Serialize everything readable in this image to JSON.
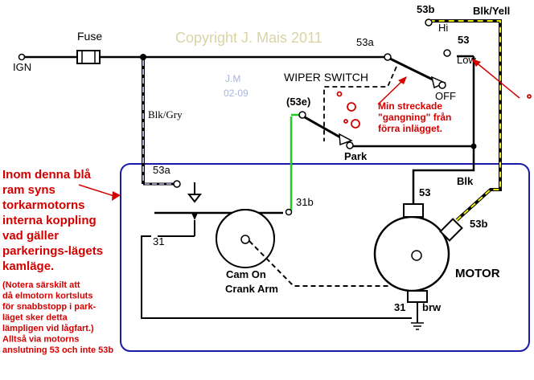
{
  "copyright": "Copyright J. Mais 2011",
  "initials": "J.M",
  "date_code": "02-09",
  "labels": {
    "fuse": "Fuse",
    "ign": "IGN",
    "blk_gry": "Blk/Gry",
    "blk_yell": "Blk/Yell",
    "blk": "Blk",
    "wiper_switch": "WIPER SWITCH",
    "t53a_top": "53a",
    "t53b_top": "53b",
    "hi": "Hi",
    "t53_top": "53",
    "low": "Low",
    "off": "OFF",
    "t53e": "(53e)",
    "park": "Park",
    "t53a_box": "53a",
    "t31b": "31b",
    "t31_left": "31",
    "cam_line1": "Cam On",
    "cam_line2": "Crank Arm",
    "t53_motor": "53",
    "t53b_motor": "53b",
    "motor": "MOTOR",
    "t31_bottom": "31",
    "brw": "brw"
  },
  "annotation_switch": [
    "Min streckade",
    "\"gangning\" från",
    "förra inlägget."
  ],
  "annotation_main": [
    "Inom denna blå",
    "ram syns",
    "torkarmotorns",
    "interna koppling",
    "vad gäller",
    "parkerings-lägets",
    "kamläge."
  ],
  "annotation_note": [
    "(Notera särskilt att",
    "då elmotorn kortsluts",
    "för snabbstopp i park-",
    "läget sker detta",
    "lämpligen vid lågfart.)",
    "Alltså via motorns",
    "anslutning 53 och inte 53b"
  ],
  "colors": {
    "frame": "#1a1aa8",
    "annotation": "#d40000",
    "copyright": "#d8d4a4",
    "initials": "#a8b4e0",
    "wire_green": "#22cc22",
    "wire_yellow": "#f2f200",
    "wire_gray": "#b4b4dc"
  }
}
